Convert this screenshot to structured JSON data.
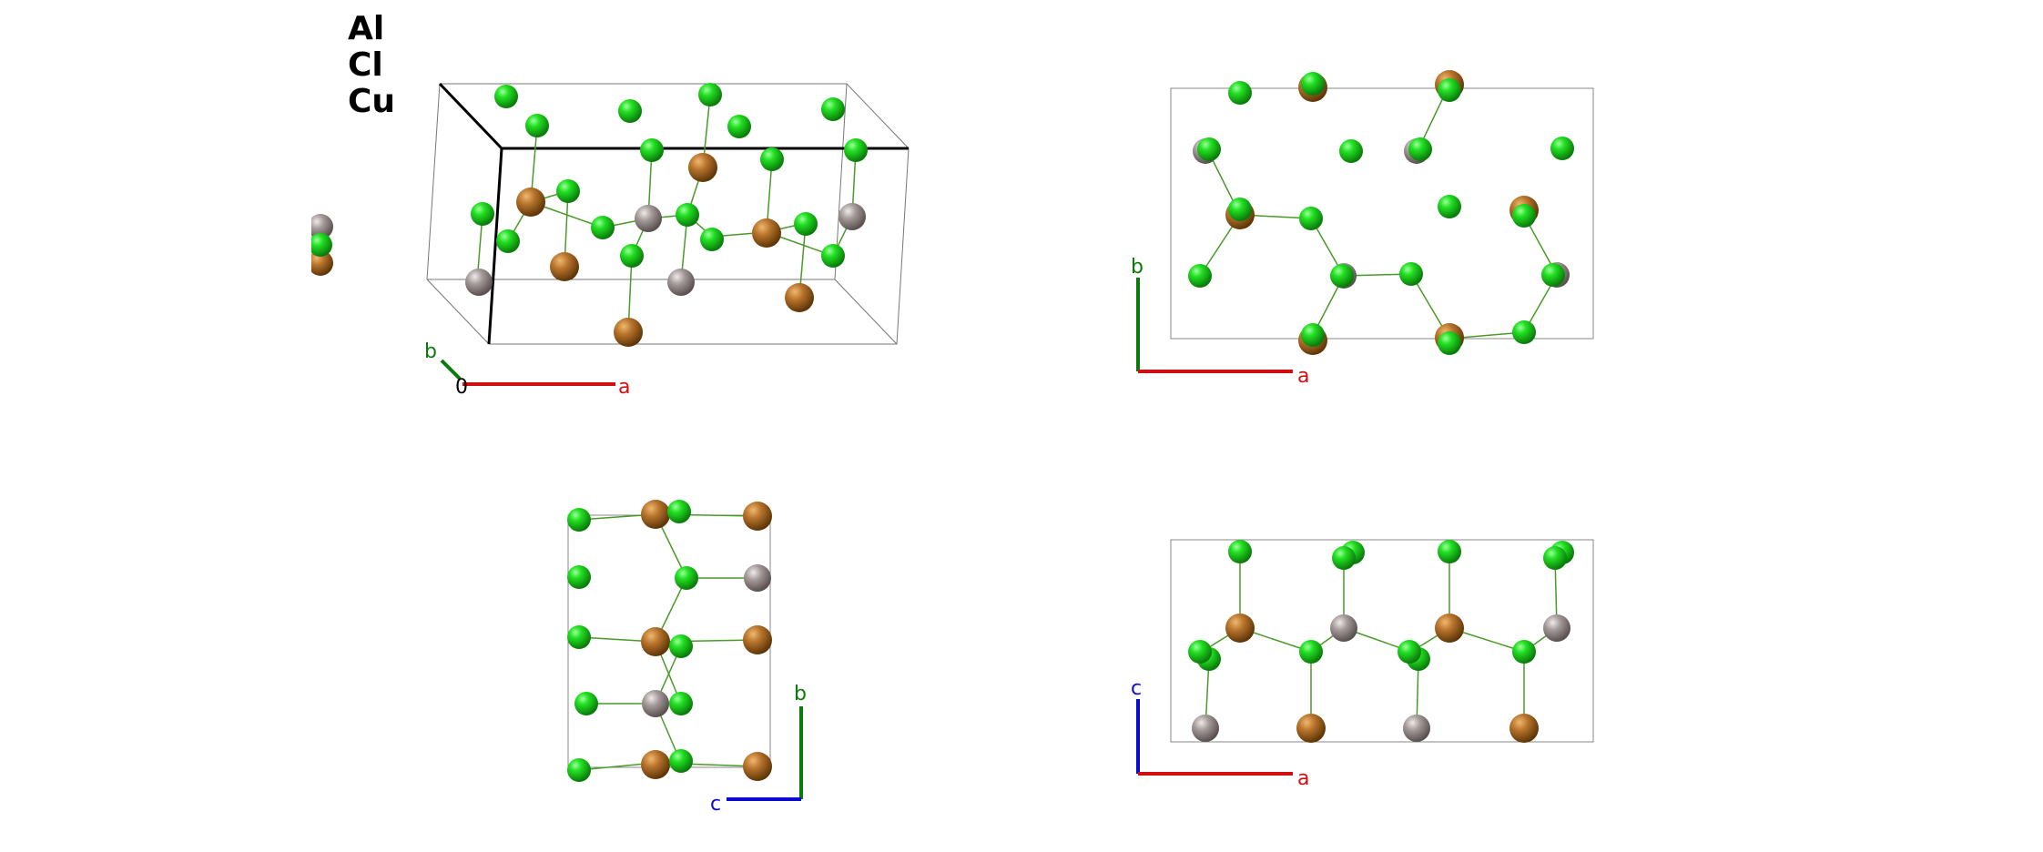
{
  "legend": {
    "elements": [
      {
        "symbol": "Al",
        "color": "#a09898"
      },
      {
        "symbol": "Cl",
        "color": "#1fe01f"
      },
      {
        "symbol": "Cu",
        "color": "#b0702a"
      }
    ]
  },
  "views": [
    {
      "id": "perspective",
      "axes": [
        {
          "label": "b",
          "color": "#0a7a0a"
        },
        {
          "label": "a",
          "color": "#d01010"
        }
      ],
      "origin_label": "0"
    },
    {
      "id": "top",
      "axes": [
        {
          "label": "b",
          "color": "#0a7a0a"
        },
        {
          "label": "a",
          "color": "#d01010"
        }
      ]
    },
    {
      "id": "side-bc",
      "axes": [
        {
          "label": "b",
          "color": "#0a7a0a"
        },
        {
          "label": "c",
          "color": "#0a0ad0"
        }
      ]
    },
    {
      "id": "side-ac",
      "axes": [
        {
          "label": "c",
          "color": "#0a0ad0"
        },
        {
          "label": "a",
          "color": "#d01010"
        }
      ]
    }
  ]
}
